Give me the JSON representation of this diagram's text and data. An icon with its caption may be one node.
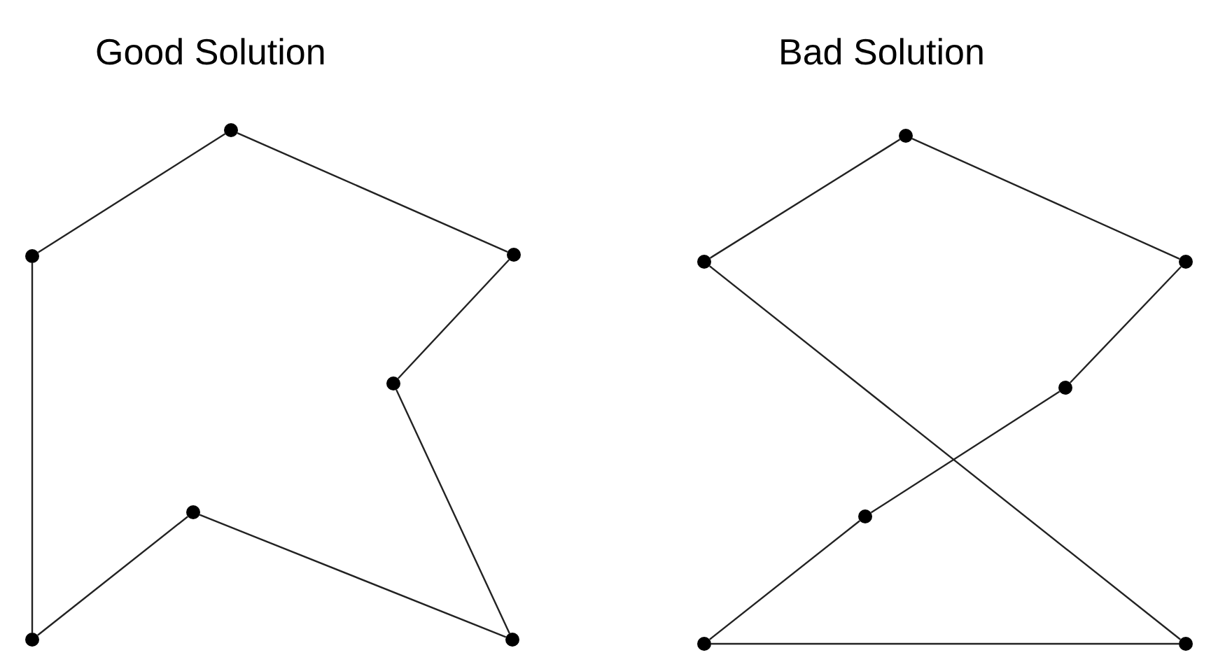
{
  "diagram": {
    "nodes": [
      {
        "text": [],
        "shape": "circle"
      },
      {
        "text": [],
        "shape": "circle"
      },
      {
        "text": [],
        "shape": "circle"
      },
      {
        "text": [],
        "shape": "circle"
      },
      {
        "text": [],
        "shape": "circle"
      },
      {
        "text": [],
        "shape": "circle"
      },
      {
        "text": [],
        "shape": "circle"
      },
      {
        "text": [],
        "shape": "circle"
      },
      {
        "text": [],
        "shape": "circle"
      },
      {
        "text": [],
        "shape": "circle"
      },
      {
        "text": [],
        "shape": "circle"
      },
      {
        "text": [],
        "shape": "circle"
      },
      {
        "text": [],
        "shape": "circle"
      },
      {
        "text": [],
        "shape": "circle"
      }
    ],
    "edges": [
      {
        "from": 0,
        "to": 1,
        "arrow": "none"
      },
      {
        "from": 1,
        "to": 2,
        "arrow": "none"
      },
      {
        "from": 2,
        "to": 3,
        "arrow": "none"
      },
      {
        "from": 3,
        "to": 4,
        "arrow": "none"
      },
      {
        "from": 4,
        "to": 5,
        "arrow": "none"
      },
      {
        "from": 5,
        "to": 6,
        "arrow": "none"
      },
      {
        "from": 6,
        "to": 0,
        "arrow": "none"
      },
      {
        "from": 7,
        "to": 8,
        "arrow": "none"
      },
      {
        "from": 8,
        "to": 9,
        "arrow": "none"
      },
      {
        "from": 9,
        "to": 10,
        "arrow": "none"
      },
      {
        "from": 10,
        "to": 11,
        "arrow": "none"
      },
      {
        "from": 11,
        "to": 12,
        "arrow": "none"
      },
      {
        "from": 12,
        "to": 13,
        "arrow": "none"
      },
      {
        "from": 13,
        "to": 7,
        "arrow": "none"
      }
    ],
    "labels": [
      "Good Solution",
      "Bad Solution"
    ]
  }
}
